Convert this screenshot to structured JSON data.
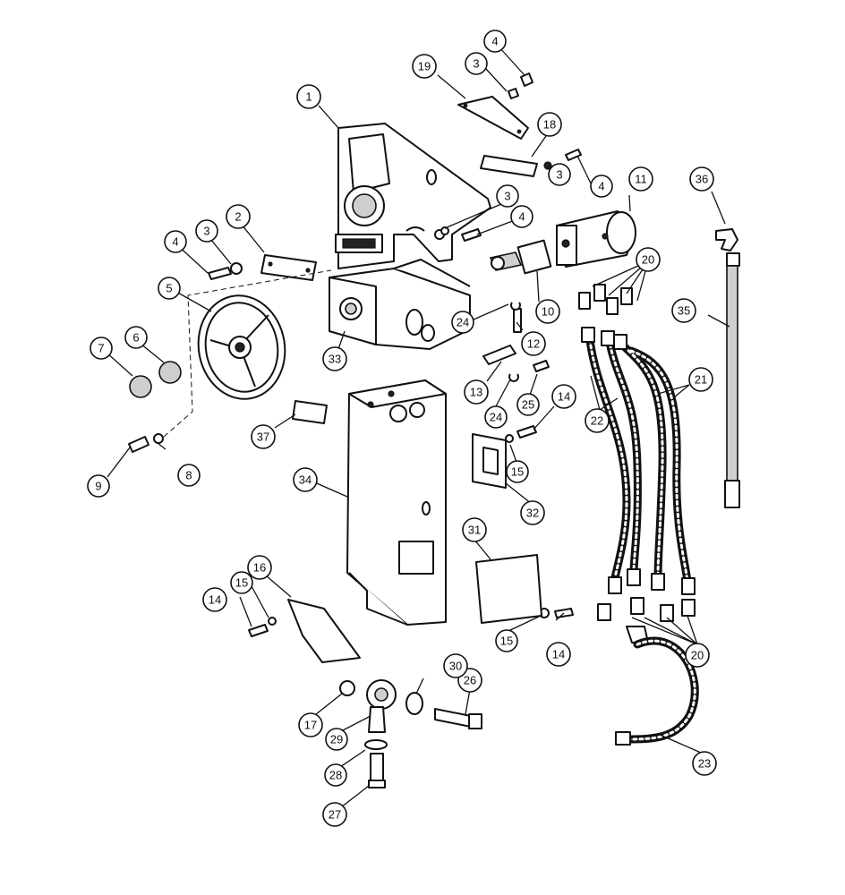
{
  "diagram": {
    "callouts": [
      {
        "id": "c1",
        "label": "1"
      },
      {
        "id": "c2",
        "label": "2"
      },
      {
        "id": "c3a",
        "label": "3"
      },
      {
        "id": "c3b",
        "label": "3"
      },
      {
        "id": "c3c",
        "label": "3"
      },
      {
        "id": "c3d",
        "label": "3"
      },
      {
        "id": "c4a",
        "label": "4"
      },
      {
        "id": "c4b",
        "label": "4"
      },
      {
        "id": "c4c",
        "label": "4"
      },
      {
        "id": "c4d",
        "label": "4"
      },
      {
        "id": "c5",
        "label": "5"
      },
      {
        "id": "c6",
        "label": "6"
      },
      {
        "id": "c7",
        "label": "7"
      },
      {
        "id": "c8",
        "label": "8"
      },
      {
        "id": "c9",
        "label": "9"
      },
      {
        "id": "c10",
        "label": "10"
      },
      {
        "id": "c11",
        "label": "11"
      },
      {
        "id": "c12",
        "label": "12"
      },
      {
        "id": "c13",
        "label": "13"
      },
      {
        "id": "c14a",
        "label": "14"
      },
      {
        "id": "c14b",
        "label": "14"
      },
      {
        "id": "c14c",
        "label": "14"
      },
      {
        "id": "c15a",
        "label": "15"
      },
      {
        "id": "c15b",
        "label": "15"
      },
      {
        "id": "c15c",
        "label": "15"
      },
      {
        "id": "c16",
        "label": "16"
      },
      {
        "id": "c17",
        "label": "17"
      },
      {
        "id": "c18",
        "label": "18"
      },
      {
        "id": "c19",
        "label": "19"
      },
      {
        "id": "c20a",
        "label": "20"
      },
      {
        "id": "c20b",
        "label": "20"
      },
      {
        "id": "c21",
        "label": "21"
      },
      {
        "id": "c22",
        "label": "22"
      },
      {
        "id": "c23",
        "label": "23"
      },
      {
        "id": "c24a",
        "label": "24"
      },
      {
        "id": "c24b",
        "label": "24"
      },
      {
        "id": "c25",
        "label": "25"
      },
      {
        "id": "c26",
        "label": "26"
      },
      {
        "id": "c27",
        "label": "27"
      },
      {
        "id": "c28",
        "label": "28"
      },
      {
        "id": "c29",
        "label": "29"
      },
      {
        "id": "c30",
        "label": "30"
      },
      {
        "id": "c31",
        "label": "31"
      },
      {
        "id": "c32",
        "label": "32"
      },
      {
        "id": "c33",
        "label": "33"
      },
      {
        "id": "c34",
        "label": "34"
      },
      {
        "id": "c35",
        "label": "35"
      },
      {
        "id": "c36",
        "label": "36"
      },
      {
        "id": "c37",
        "label": "37"
      }
    ]
  }
}
